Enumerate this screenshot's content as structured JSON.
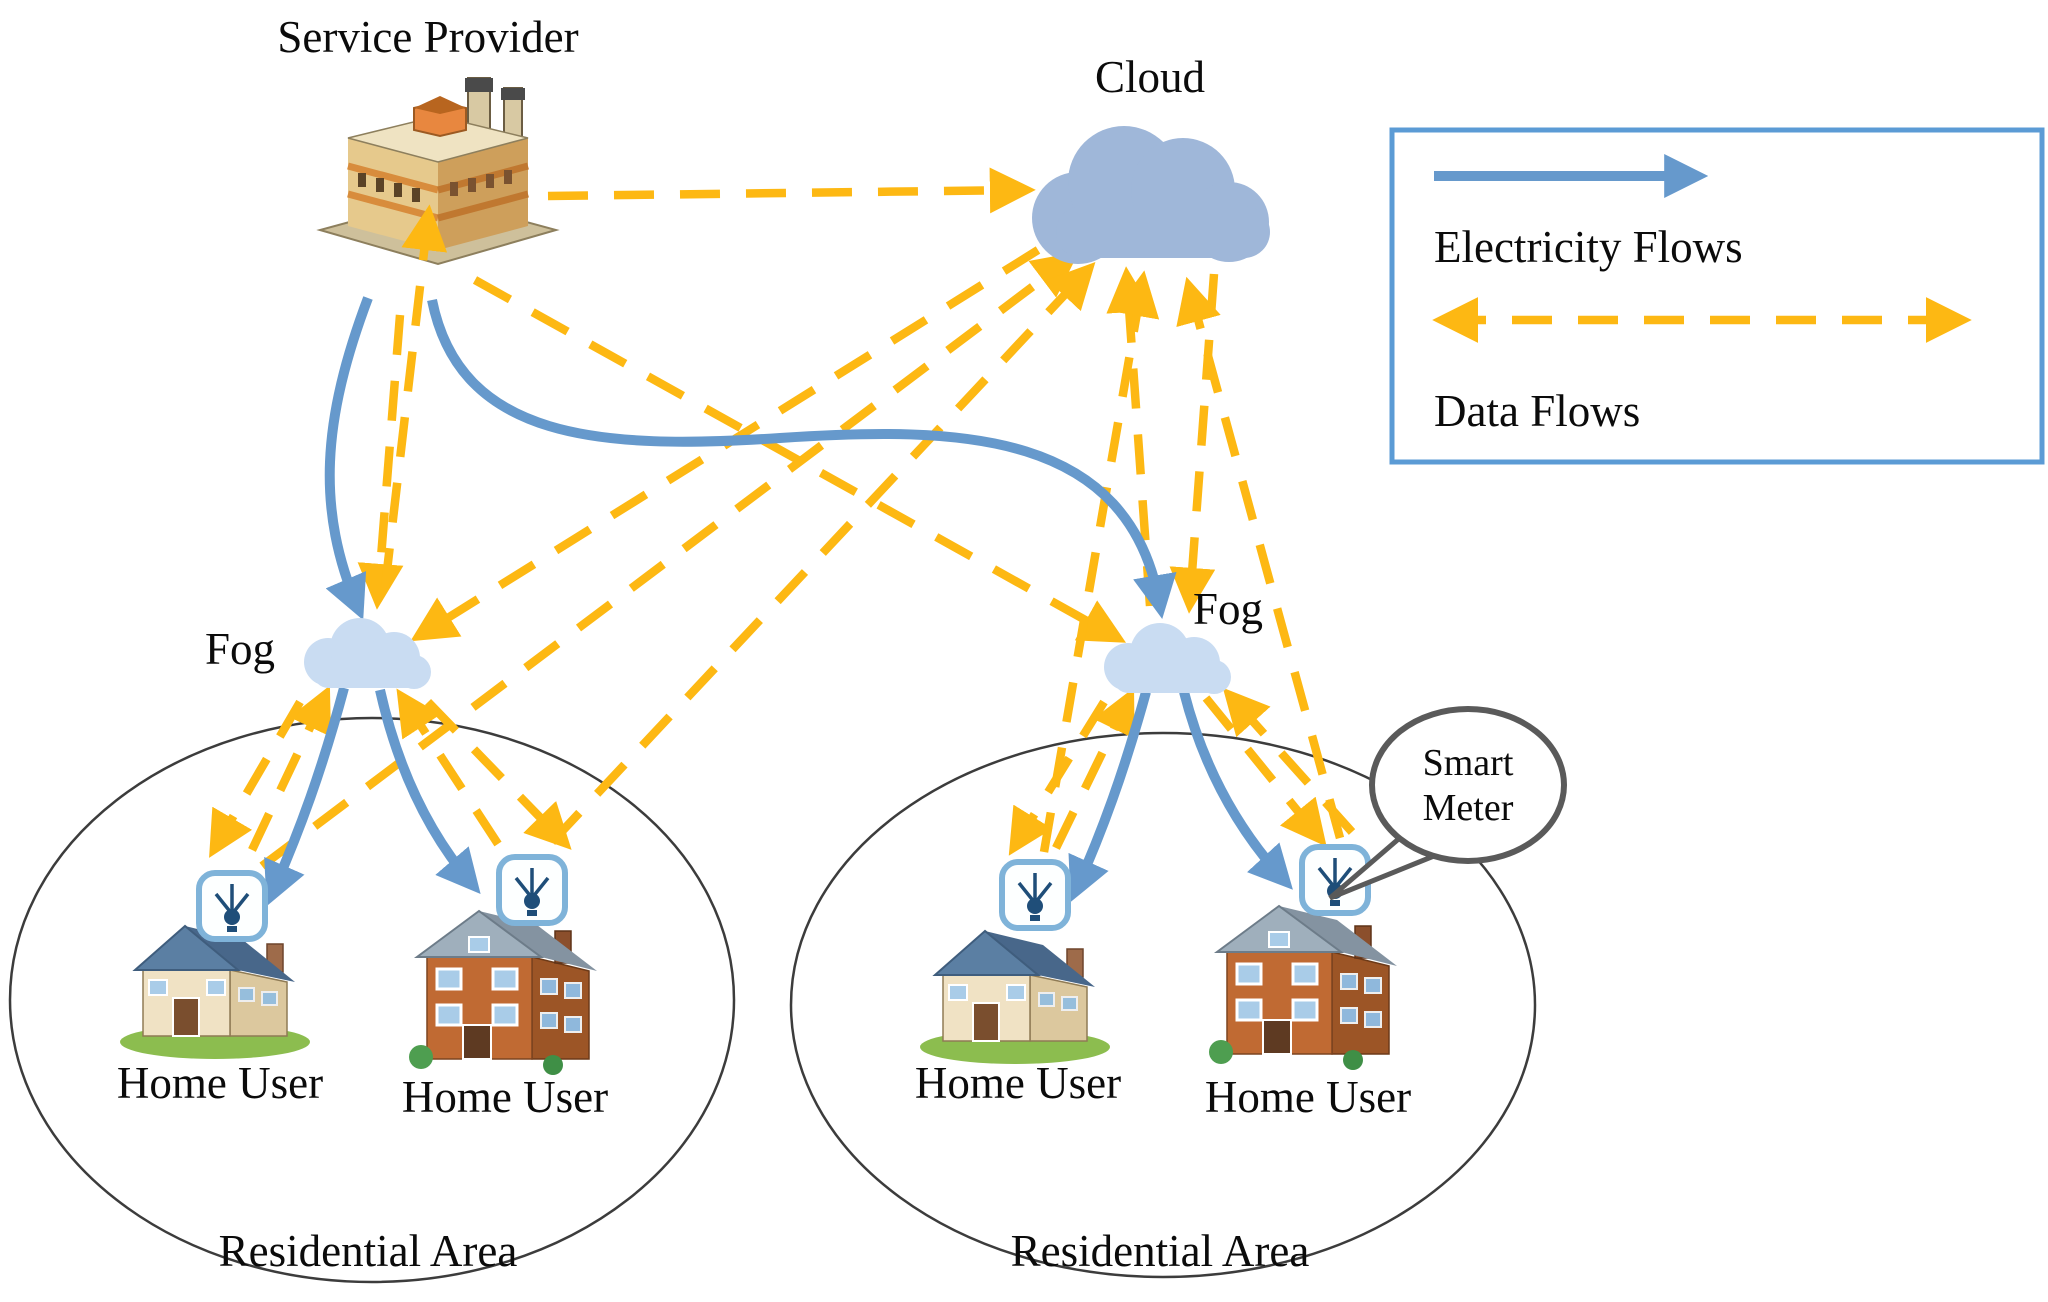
{
  "labels": {
    "service_provider": "Service Provider",
    "cloud": "Cloud",
    "fog_left": "Fog",
    "fog_right": "Fog",
    "home_user_1": "Home User",
    "home_user_2": "Home User",
    "home_user_3": "Home User",
    "home_user_4": "Home User",
    "residential_left": "Residential Area",
    "residential_right": "Residential Area"
  },
  "callout": {
    "line1": "Smart",
    "line2": "Meter"
  },
  "legend": {
    "electricity_label": "Electricity Flows",
    "data_label": "Data Flows"
  },
  "colors": {
    "data_flow": "#FDB813",
    "electricity_flow": "#6699CC",
    "legend_border": "#5B9BD5",
    "cloud_fill": "#9FB7D9",
    "fog_fill": "#C9DCF2"
  },
  "flows": {
    "electricity": [
      {
        "from": "Service Provider",
        "to": "Fog (left)"
      },
      {
        "from": "Service Provider",
        "to": "Fog (right)"
      },
      {
        "from": "Fog (left)",
        "to": "Home User 1 smart meter"
      },
      {
        "from": "Fog (left)",
        "to": "Home User 2 smart meter"
      },
      {
        "from": "Fog (right)",
        "to": "Home User 3 smart meter"
      },
      {
        "from": "Fog (right)",
        "to": "Home User 4 smart meter"
      }
    ],
    "data": [
      {
        "from": "Service Provider",
        "to": "Cloud"
      },
      {
        "from": "Fog (left)",
        "to": "Service Provider"
      },
      {
        "from": "Service Provider",
        "to": "Fog (left)"
      },
      {
        "from": "Cloud",
        "to": "Fog (left)"
      },
      {
        "from": "Service Provider",
        "to": "Fog (right)"
      },
      {
        "from": "Fog (right)",
        "to": "Cloud"
      },
      {
        "from": "Cloud",
        "to": "Fog (right)"
      },
      {
        "from": "Smart meter 1",
        "to": "Cloud"
      },
      {
        "from": "Smart meter 2",
        "to": "Cloud"
      },
      {
        "from": "Smart meter 3",
        "to": "Cloud"
      },
      {
        "from": "Smart meter 4",
        "to": "Cloud"
      },
      {
        "from": "Smart meter 1",
        "to": "Fog (left)"
      },
      {
        "from": "Fog (left)",
        "to": "Smart meter 1"
      },
      {
        "from": "Smart meter 2",
        "to": "Fog (left)"
      },
      {
        "from": "Fog (left)",
        "to": "Smart meter 2"
      },
      {
        "from": "Smart meter 3",
        "to": "Fog (right)"
      },
      {
        "from": "Fog (right)",
        "to": "Smart meter 3"
      },
      {
        "from": "Fog (right)",
        "to": "Smart meter 4"
      },
      {
        "from": "Smart meter 4",
        "to": "Fog (right)"
      }
    ]
  }
}
